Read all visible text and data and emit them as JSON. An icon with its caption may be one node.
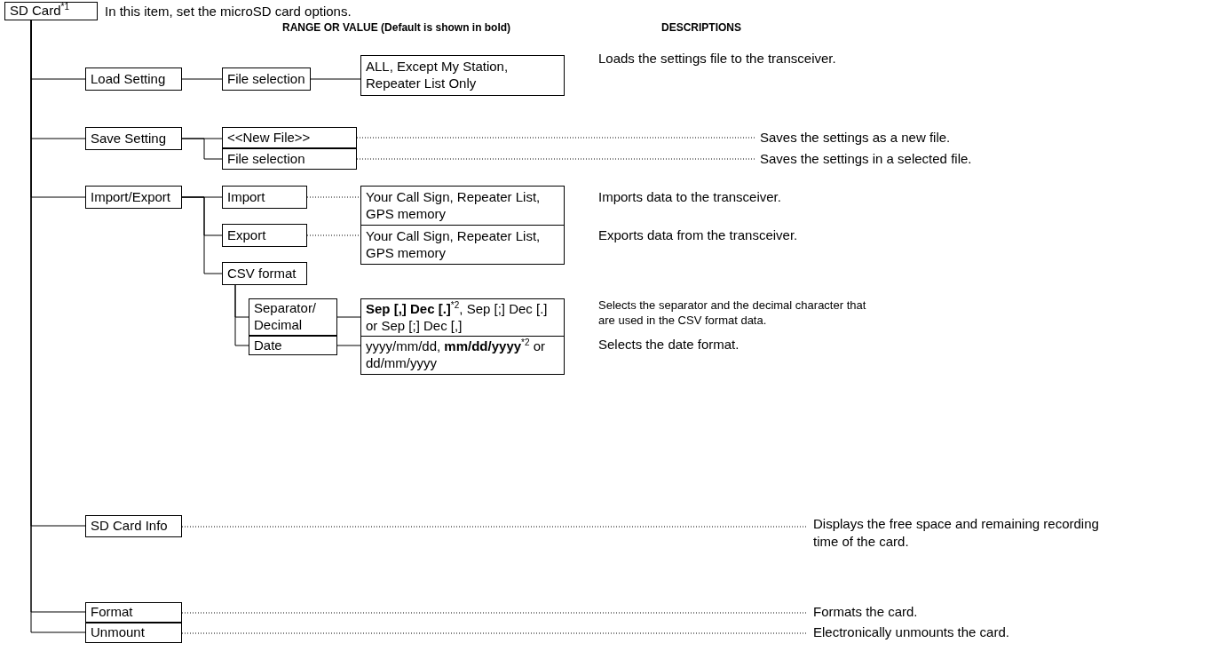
{
  "diagram": {
    "nodes": [
      {
        "text": [
          "SD Card$^{*1}$"
        ],
        "beside": [
          "In this item, set the microSD card options."
        ]
      },
      {
        "text": [
          "Load Setting"
        ]
      },
      {
        "text": [
          "File selection"
        ]
      },
      {
        "text": [
          "ALL, Except My Station, Repeater List Only"
        ],
        "beside": [
          "Loads the settings file to the transceiver."
        ]
      },
      {
        "text": [
          "Save Setting"
        ]
      },
      {
        "text": [
          "<<New File>>"
        ]
      },
      {
        "text": [
          "Saves the settings as a new file."
        ]
      },
      {
        "text": [
          "File selection"
        ]
      },
      {
        "text": [
          "Saves the settings in a selected file."
        ]
      },
      {
        "text": [
          "Import/Export"
        ]
      },
      {
        "text": [
          "Import"
        ]
      },
      {
        "text": [
          "Your Call Sign, Repeater List, GPS memory"
        ],
        "beside": [
          "Imports data to the transceiver."
        ]
      },
      {
        "text": [
          "Export"
        ]
      },
      {
        "text": [
          "Your Call Sign, Repeater List, GPS memory"
        ],
        "beside": [
          "Exports data from the transceiver."
        ]
      },
      {
        "text": [
          "CSV format"
        ]
      },
      {
        "text": [
          "Separator/ Decimal"
        ]
      },
      {
        "text": [
          "**Sep [,] Dec [.]**$^{*2}$, Sep [;] Dec [.] or Sep [;] Dec [,]"
        ],
        "beside": [
          "Selects the separator and the decimal character that are used in the CSV format data."
        ]
      },
      {
        "text": [
          "Date"
        ]
      },
      {
        "text": [
          "yyyy/mm/dd, **mm/dd/yyyy**$^{*2}$ or dd/mm/yyyy"
        ],
        "beside": [
          "Selects the date format."
        ]
      },
      {
        "text": [
          "SD Card Info"
        ]
      },
      {
        "text": [
          "Displays the free space and remaining recording time of the card."
        ]
      },
      {
        "text": [
          "Format"
        ]
      },
      {
        "text": [
          "Formats the card."
        ]
      },
      {
        "text": [
          "Unmount"
        ]
      },
      {
        "text": [
          "Electronically unmounts the card."
        ]
      }
    ],
    "edges": [
      {
        "from": 0,
        "to": 1,
        "arrow": "none"
      },
      {
        "from": 1,
        "to": 2,
        "arrow": "none"
      },
      {
        "from": 2,
        "to": 3,
        "arrow": "none"
      },
      {
        "from": 0,
        "to": 4,
        "arrow": "none"
      },
      {
        "from": 4,
        "to": 5,
        "arrow": "none"
      },
      {
        "from": 4,
        "to": 7,
        "arrow": "none"
      },
      {
        "from": 5,
        "to": 6,
        "arrow": "none",
        "style": "dashed"
      },
      {
        "from": 7,
        "to": 8,
        "arrow": "none",
        "style": "dashed"
      },
      {
        "from": 0,
        "to": 9,
        "arrow": "none"
      },
      {
        "from": 9,
        "to": 10,
        "arrow": "none"
      },
      {
        "from": 9,
        "to": 12,
        "arrow": "none"
      },
      {
        "from": 9,
        "to": 14,
        "arrow": "none"
      },
      {
        "from": 10,
        "to": 11,
        "arrow": "none",
        "style": "dashed"
      },
      {
        "from": 12,
        "to": 13,
        "arrow": "none",
        "style": "dashed"
      },
      {
        "from": 14,
        "to": 15,
        "arrow": "none"
      },
      {
        "from": 14,
        "to": 17,
        "arrow": "none"
      },
      {
        "from": 15,
        "to": 16,
        "arrow": "none"
      },
      {
        "from": 17,
        "to": 18,
        "arrow": "none"
      },
      {
        "from": 0,
        "to": 19,
        "arrow": "none"
      },
      {
        "from": 19,
        "to": 20,
        "arrow": "none",
        "style": "dashed"
      },
      {
        "from": 0,
        "to": 21,
        "arrow": "none"
      },
      {
        "from": 21,
        "to": 22,
        "arrow": "none",
        "style": "dashed"
      },
      {
        "from": 0,
        "to": 23,
        "arrow": "none"
      },
      {
        "from": 23,
        "to": 24,
        "arrow": "none",
        "style": "dashed"
      }
    ],
    "labels": [
      "RANGE OR VALUE (Default is shown in bold)",
      "DESCRIPTIONS"
    ]
  }
}
